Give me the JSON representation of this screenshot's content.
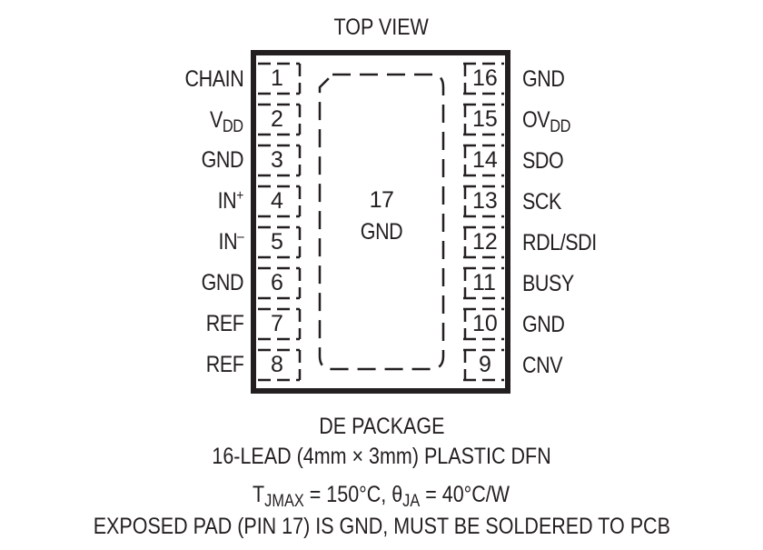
{
  "title": "TOP VIEW",
  "left_pins": [
    {
      "num": "1",
      "name": "CHAIN",
      "sub": "",
      "sup": ""
    },
    {
      "num": "2",
      "name": "V",
      "sub": "DD",
      "sup": ""
    },
    {
      "num": "3",
      "name": "GND",
      "sub": "",
      "sup": ""
    },
    {
      "num": "4",
      "name": "IN",
      "sub": "",
      "sup": "+"
    },
    {
      "num": "5",
      "name": "IN",
      "sub": "",
      "sup": "–"
    },
    {
      "num": "6",
      "name": "GND",
      "sub": "",
      "sup": ""
    },
    {
      "num": "7",
      "name": "REF",
      "sub": "",
      "sup": ""
    },
    {
      "num": "8",
      "name": "REF",
      "sub": "",
      "sup": ""
    }
  ],
  "right_pins": [
    {
      "num": "16",
      "name": "GND",
      "sub": ""
    },
    {
      "num": "15",
      "name": "OV",
      "sub": "DD"
    },
    {
      "num": "14",
      "name": "SDO",
      "sub": ""
    },
    {
      "num": "13",
      "name": "SCK",
      "sub": ""
    },
    {
      "num": "12",
      "name": "RDL/SDI",
      "sub": ""
    },
    {
      "num": "11",
      "name": "BUSY",
      "sub": ""
    },
    {
      "num": "10",
      "name": "GND",
      "sub": ""
    },
    {
      "num": "9",
      "name": "CNV",
      "sub": ""
    }
  ],
  "exposed_pad": {
    "num": "17",
    "name": "GND"
  },
  "footer": {
    "package": "DE PACKAGE",
    "lead": "16-LEAD (4mm × 3mm) PLASTIC DFN",
    "thermal_t": "T",
    "thermal_t_sub": "JMAX",
    "thermal_mid": " = 150°C, θ",
    "thermal_theta_sub": "JA",
    "thermal_end": " = 40°C/W",
    "exposed_note": "EXPOSED PAD (PIN 17) IS GND, MUST BE SOLDERED TO PCB"
  }
}
